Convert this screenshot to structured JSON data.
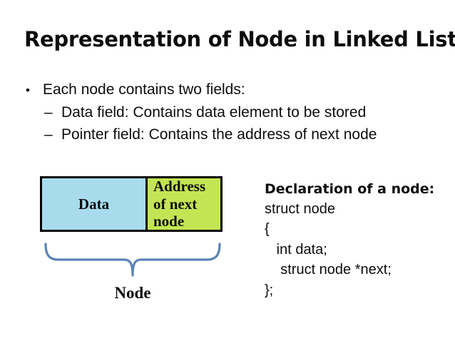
{
  "slide": {
    "title": "Representation of Node in Linked List",
    "background_color": "#ffffff",
    "text_color": "#0d0d0d"
  },
  "bullets": [
    {
      "level": 1,
      "marker": "•",
      "text": "Each node contains two fields:"
    },
    {
      "level": 2,
      "marker": "–",
      "text": "Data field: Contains data element to be stored"
    },
    {
      "level": 2,
      "marker": "–",
      "text": "Pointer field: Contains the address of next node"
    }
  ],
  "diagram": {
    "data_cell": {
      "label": "Data",
      "fill_color": "#a8dced"
    },
    "address_cell": {
      "line1": "Address",
      "line2": "of next",
      "line3": "node",
      "fill_color": "#c4e553"
    },
    "border_color": "#000000",
    "brace_color": "#5b83b5",
    "node_label": "Node"
  },
  "declaration": {
    "heading": "Declaration of a node:",
    "lines": [
      "struct node",
      "{",
      "   int data;",
      "    struct node *next;",
      "};"
    ]
  }
}
